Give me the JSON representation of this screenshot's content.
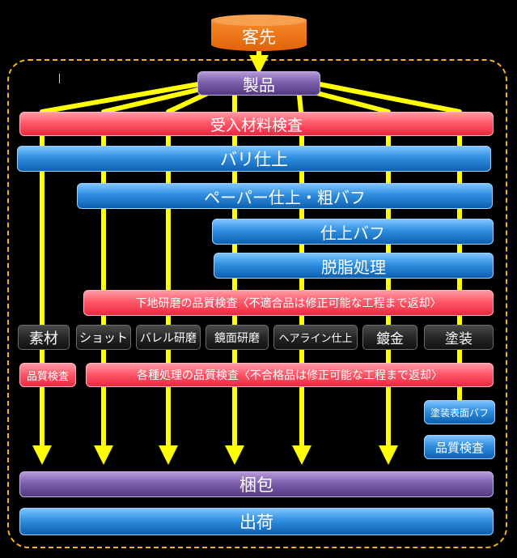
{
  "title": "客先",
  "product": "製品",
  "stages": {
    "receiving_inspection": "受入材料検査",
    "deburr": "バリ仕上",
    "paper_rough_buff": "ペーパー仕上・粗バフ",
    "finish_buff": "仕上バフ",
    "degrease": "脱脂処理",
    "base_polish_inspection": "下地研磨の品質検査〈不適合品は修正可能な工程まで返却〉",
    "treatment_inspection": "各種処理の品質検査〈不合格品は修正可能な工程まで返却〉",
    "material_inspection": "品質検査",
    "coating_buff": "塗装表面バフ",
    "coating_inspection": "品質検査",
    "packing": "梱包",
    "shipping": "出荷"
  },
  "processes": [
    "素材",
    "ショット",
    "バレル研磨",
    "鏡面研磨",
    "ヘアライン仕上",
    "鍍金",
    "塗装"
  ],
  "colors": {
    "arrow": "#ffff00",
    "frame": "#f2b21a",
    "customer": "#e8701a",
    "purple": "#7d5fae",
    "red": "#ff5a6a",
    "blue": "#2f8fe0"
  }
}
